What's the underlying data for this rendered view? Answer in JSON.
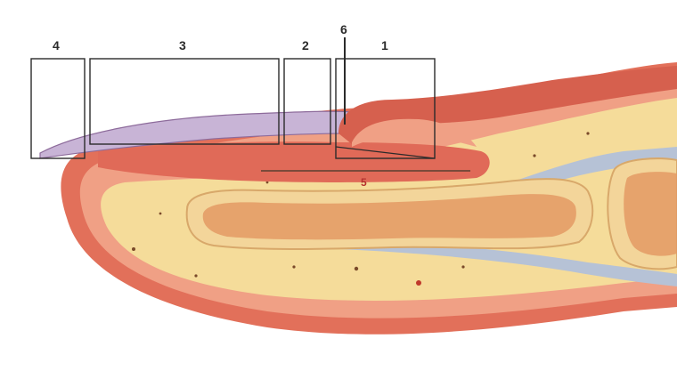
{
  "diagram": {
    "labels": {
      "l1": "1",
      "l2": "2",
      "l3": "3",
      "l4": "4",
      "l5": "5",
      "l6": "6"
    },
    "colors": {
      "skin": "#e2705a",
      "skin_dark": "#c9513e",
      "dermis": "#f0a085",
      "fat": "#f5dc9a",
      "bone": "#f3d59a",
      "bone_marrow": "#e39a64",
      "nail_plate": "#c8b4d6",
      "tendon": "#b6c2d6",
      "box_stroke": "#2b2b2b"
    }
  }
}
